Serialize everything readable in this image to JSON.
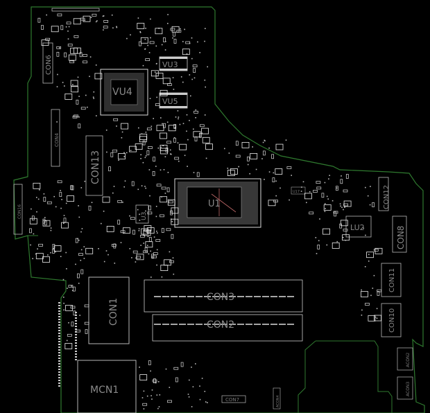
{
  "colors": {
    "background": "#000000",
    "outline": "#2f7a2f",
    "pad": "#d8d8d8",
    "silk": "#8a8a8a",
    "marker": "#c06a6a"
  },
  "labels": {
    "vu3": "VU3",
    "vu4": "VU4",
    "vu5": "VU5",
    "con6": "CON6",
    "con4": "CON4",
    "con13": "CON13",
    "con16": "CON16",
    "u3": "U3",
    "u1": "U1",
    "u17": "U17",
    "con12": "CON12",
    "lu2": "LU2",
    "con8": "CON8",
    "con11": "CON11",
    "con10": "CON10",
    "con3": "CON3",
    "con2": "CON2",
    "con1": "CON1",
    "mcn1": "MCN1",
    "con7": "CON7",
    "acon2": "ACON2",
    "acon3": "ACON3",
    "acon4": "ACON4"
  }
}
